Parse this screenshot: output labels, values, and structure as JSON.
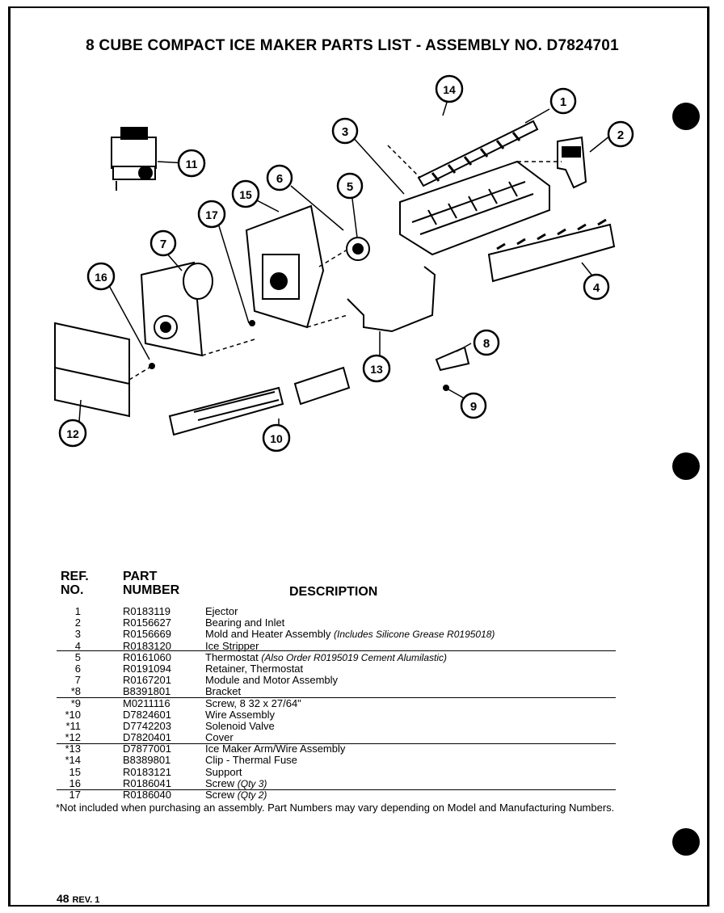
{
  "title": "8 CUBE COMPACT ICE MAKER PARTS LIST  -  ASSEMBLY NO. D7824701",
  "headers": {
    "ref_line1": "REF.",
    "ref_line2": "NO.",
    "part_line1": "PART",
    "part_line2": "NUMBER",
    "description": "DESCRIPTION"
  },
  "parts": [
    {
      "ref": "1",
      "part": "R0183119",
      "desc": "Ejector",
      "note": ""
    },
    {
      "ref": "2",
      "part": "R0156627",
      "desc": "Bearing and Inlet",
      "note": ""
    },
    {
      "ref": "3",
      "part": "R0156669",
      "desc": "Mold and Heater Assembly",
      "note": "(Includes Silicone Grease  R0195018)"
    },
    {
      "ref": "4",
      "part": "R0183120",
      "desc": "Ice Stripper",
      "note": ""
    },
    {
      "ref": "5",
      "part": "R0161060",
      "desc": "Thermostat",
      "note": "(Also Order R0195019 Cement Alumilastic)"
    },
    {
      "ref": "6",
      "part": "R0191094",
      "desc": "Retainer, Thermostat",
      "note": ""
    },
    {
      "ref": "7",
      "part": "R0167201",
      "desc": "Module and Motor Assembly",
      "note": ""
    },
    {
      "ref": "*8",
      "part": "B8391801",
      "desc": "Bracket",
      "note": ""
    },
    {
      "ref": "*9",
      "part": "M0211116",
      "desc": "Screw,  8 32 x 27/64\"",
      "note": ""
    },
    {
      "ref": "*10",
      "part": "D7824601",
      "desc": "Wire Assembly",
      "note": ""
    },
    {
      "ref": "*11",
      "part": "D7742203",
      "desc": "Solenoid Valve",
      "note": ""
    },
    {
      "ref": "*12",
      "part": "D7820401",
      "desc": "Cover",
      "note": ""
    },
    {
      "ref": "*13",
      "part": "D7877001",
      "desc": "Ice Maker Arm/Wire Assembly",
      "note": ""
    },
    {
      "ref": "*14",
      "part": "B8389801",
      "desc": "Clip  -  Thermal Fuse",
      "note": ""
    },
    {
      "ref": "15",
      "part": "R0183121",
      "desc": "Support",
      "note": ""
    },
    {
      "ref": "16",
      "part": "R0186041",
      "desc": "Screw",
      "note": "(Qty 3)"
    },
    {
      "ref": "17",
      "part": "R0186040",
      "desc": "Screw",
      "note": "(Qty 2)"
    }
  ],
  "callouts": [
    "1",
    "2",
    "3",
    "4",
    "5",
    "6",
    "7",
    "8",
    "9",
    "10",
    "11",
    "12",
    "13",
    "14",
    "15",
    "16",
    "17"
  ],
  "footnote": "*Not included when purchasing an assembly.  Part Numbers may vary depending on Model and Manufacturing Numbers.",
  "page_number": "48",
  "revision": "REV. 1"
}
